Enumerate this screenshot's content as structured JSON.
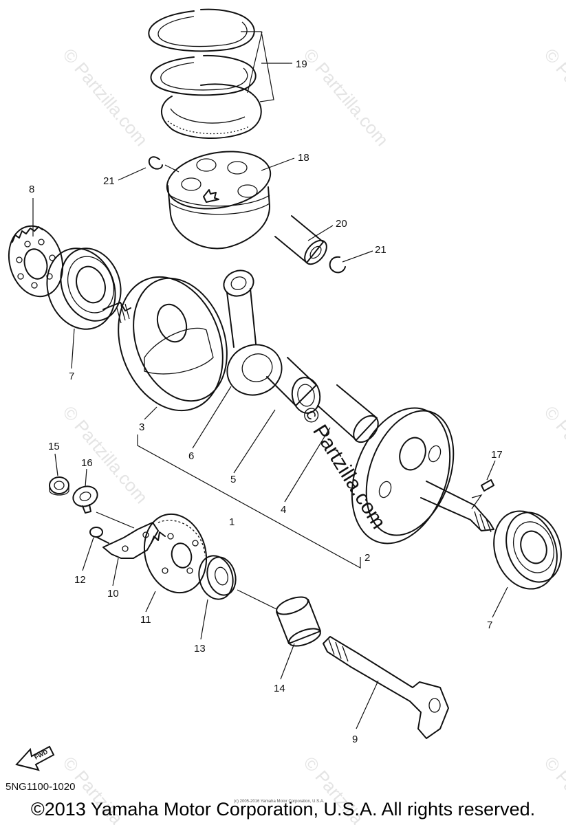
{
  "diagram": {
    "code": "5NG1100-1020",
    "copyright": "©2013 Yamaha Motor Corporation, U.S.A. All rights reserved.",
    "small_copyright": "(c) 2005-2016 Yamaha Motor Corporation, U.S.A.",
    "fwd_label": "FWD",
    "watermark": "© Partzilla.com",
    "callouts": {
      "c1": "1",
      "c2": "2",
      "c3": "3",
      "c4": "4",
      "c5": "5",
      "c6": "6",
      "c7a": "7",
      "c7b": "7",
      "c8": "8",
      "c9": "9",
      "c10": "10",
      "c11": "11",
      "c12": "12",
      "c13": "13",
      "c14": "14",
      "c15": "15",
      "c16": "16",
      "c17": "17",
      "c18": "18",
      "c19": "19",
      "c20": "20",
      "c21a": "21",
      "c21b": "21"
    }
  }
}
